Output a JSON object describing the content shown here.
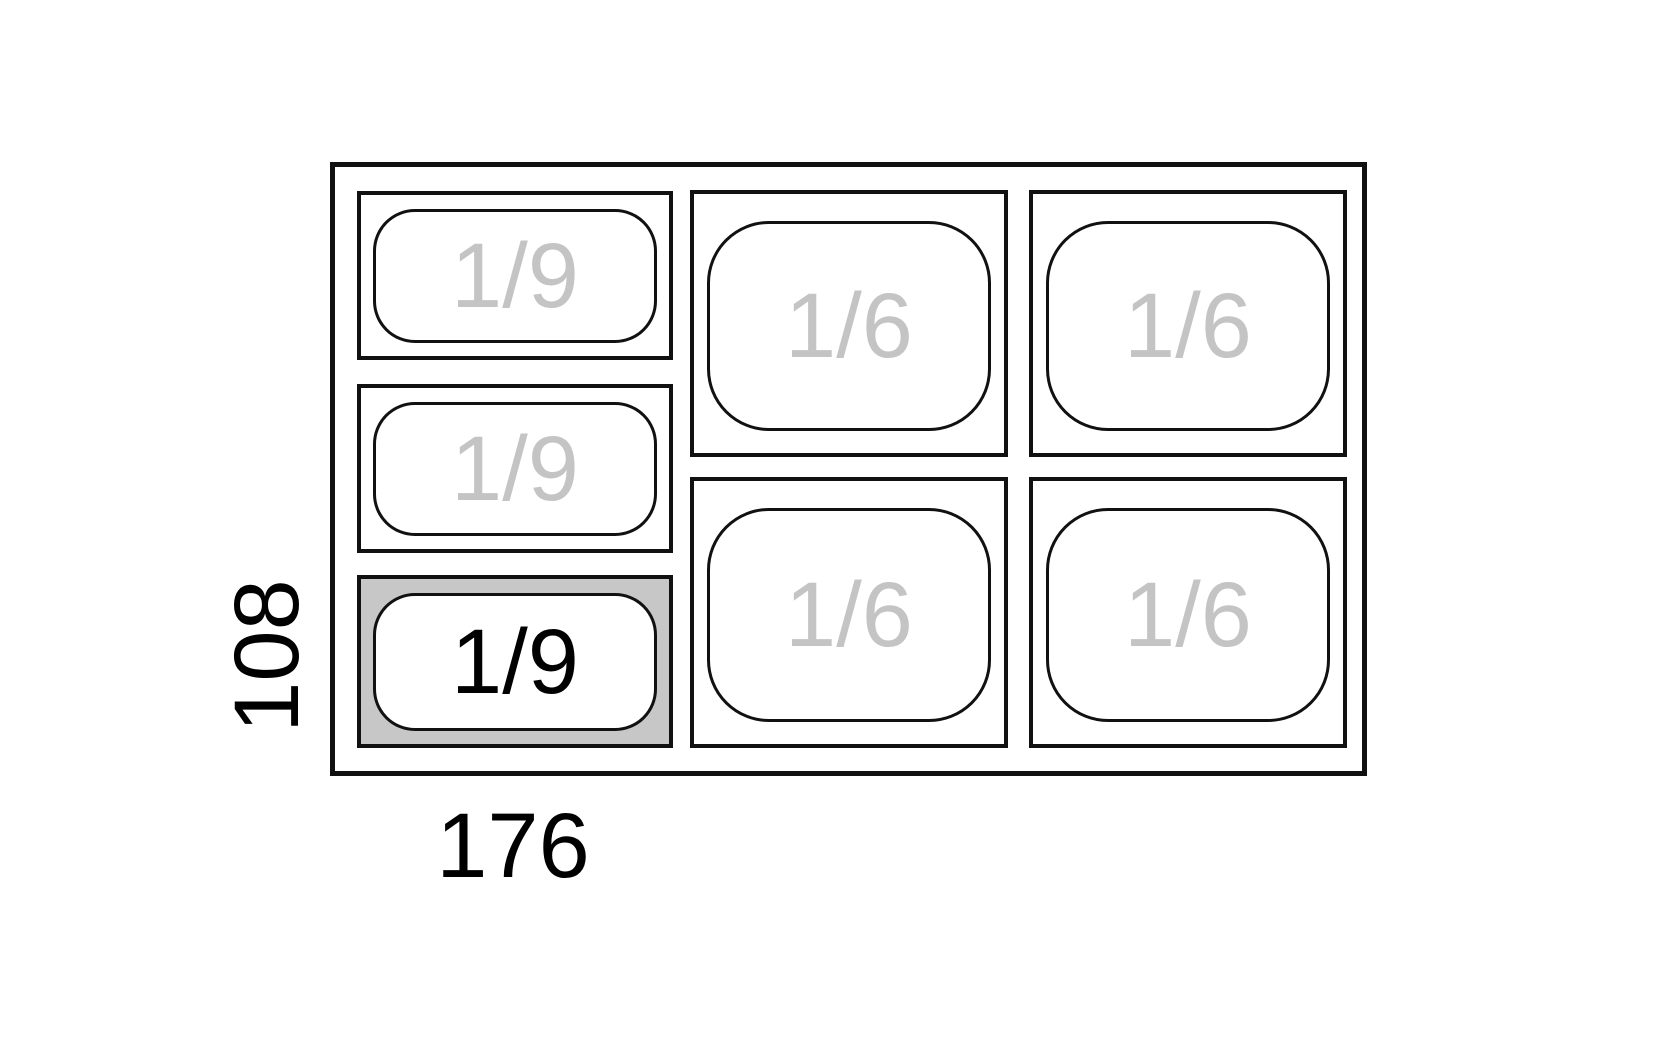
{
  "diagram": {
    "description_labels": {
      "width_dimension": "176",
      "height_dimension": "108"
    },
    "cells": [
      {
        "id": "pan-1-9-top",
        "label": "1/9",
        "highlighted": false
      },
      {
        "id": "pan-1-9-middle",
        "label": "1/9",
        "highlighted": false
      },
      {
        "id": "pan-1-9-bottom",
        "label": "1/9",
        "highlighted": true
      },
      {
        "id": "pan-1-6-top-left",
        "label": "1/6",
        "highlighted": false
      },
      {
        "id": "pan-1-6-bottom-left",
        "label": "1/6",
        "highlighted": false
      },
      {
        "id": "pan-1-6-top-right",
        "label": "1/6",
        "highlighted": false
      },
      {
        "id": "pan-1-6-bottom-right",
        "label": "1/6",
        "highlighted": false
      }
    ],
    "colors": {
      "line": "#111111",
      "muted_label": "#c4c4c4",
      "highlight_fill": "#c7c7c7",
      "active_label": "#000000",
      "background": "#ffffff"
    }
  }
}
